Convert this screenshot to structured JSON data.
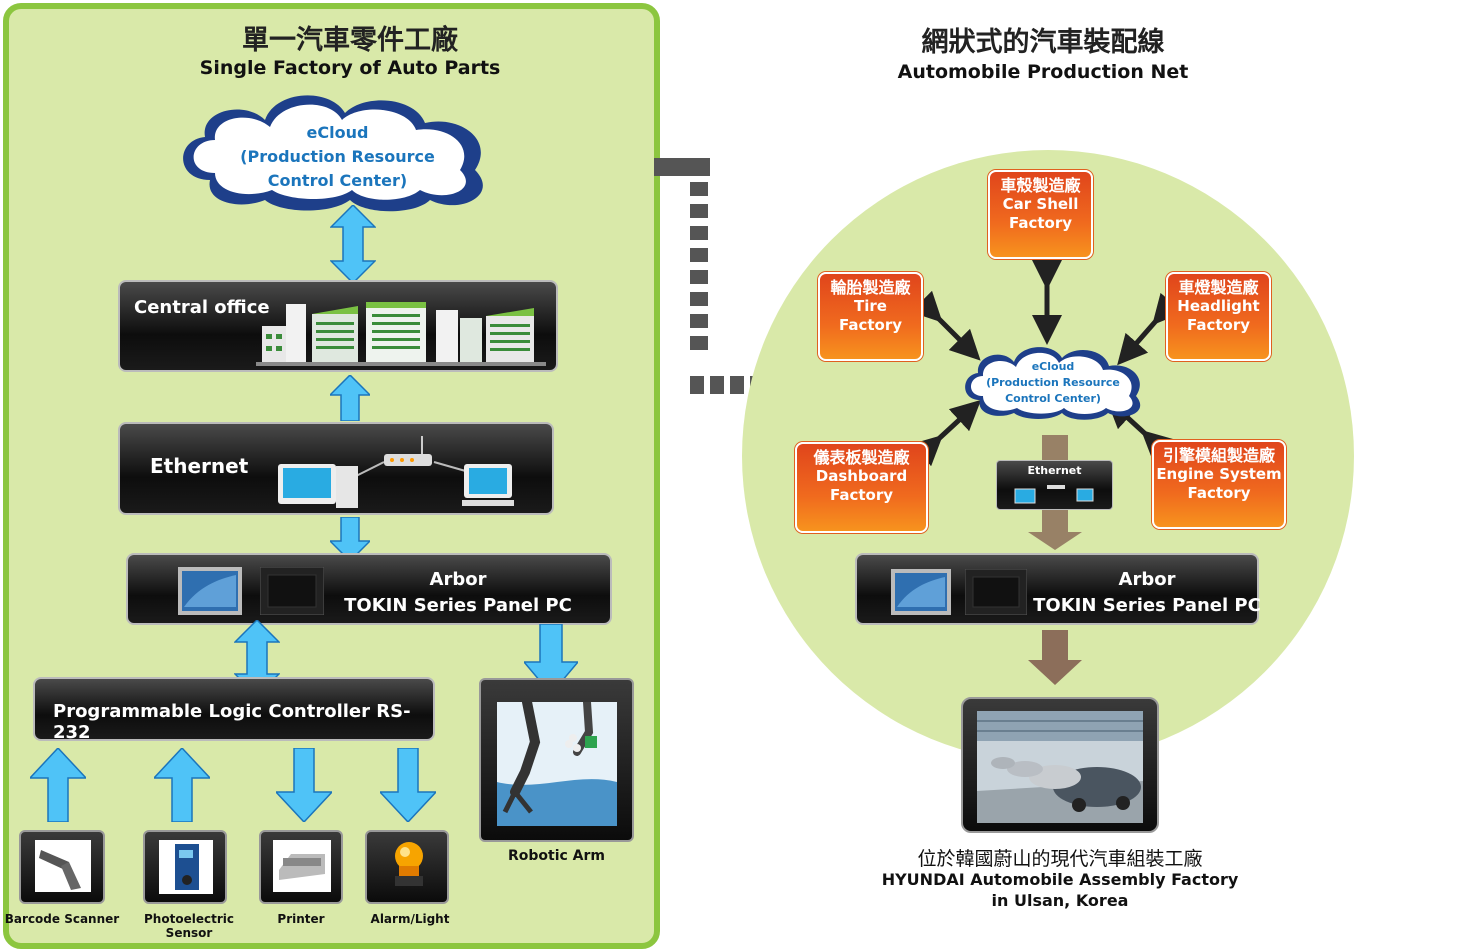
{
  "left_panel": {
    "title_zh": "單一汽車零件工廠",
    "title_en": "Single Factory of Auto Parts",
    "cloud": {
      "line1": "eCloud",
      "line2": "(Production Resource",
      "line3": "Control Center)"
    },
    "central_office": "Central office",
    "ethernet": "Ethernet",
    "arbor": {
      "line1": "Arbor",
      "line2": "TOKIN Series Panel PC"
    },
    "plc": "Programmable Logic Controller RS-232",
    "robotic_arm": "Robotic Arm",
    "devices": [
      {
        "label": "Barcode Scanner",
        "icon": "barcode-scanner-icon"
      },
      {
        "label": "Photoelectric Sensor",
        "icon": "photoelectric-sensor-icon"
      },
      {
        "label": "Printer",
        "icon": "printer-icon"
      },
      {
        "label": "Alarm/Light",
        "icon": "alarm-light-icon"
      }
    ]
  },
  "right_panel": {
    "title_zh": "網狀式的汽車裝配線",
    "title_en": "Automobile Production Net",
    "cloud": {
      "line1": "eCloud",
      "line2": "(Production Resource",
      "line3": "Control Center)"
    },
    "ethernet": "Ethernet",
    "factories": [
      {
        "zh": "車殼製造廠",
        "en1": "Car Shell",
        "en2": "Factory"
      },
      {
        "zh": "輪胎製造廠",
        "en1": "Tire",
        "en2": "Factory"
      },
      {
        "zh": "車燈製造廠",
        "en1": "Headlight",
        "en2": "Factory"
      },
      {
        "zh": "儀表板製造廠",
        "en1": "Dashboard",
        "en2": "Factory"
      },
      {
        "zh": "引擎模組製造廠",
        "en1": "Engine System",
        "en2": "Factory"
      }
    ],
    "arbor": {
      "line1": "Arbor",
      "line2": "TOKIN Series Panel PC"
    },
    "caption_zh": "位於韓國蔚山的現代汽車組裝工廠",
    "caption_en1": "HYUNDAI Automobile Assembly Factory",
    "caption_en2": "in Ulsan, Korea"
  },
  "colors": {
    "panel_fill": "#d9e9a9",
    "panel_border": "#8cc63f",
    "arrow_blue": "#29abe2",
    "factory_orange": "#f06a1e",
    "arrow_brown": "#8c6e5a",
    "cloud_text": "#1b75bc"
  }
}
